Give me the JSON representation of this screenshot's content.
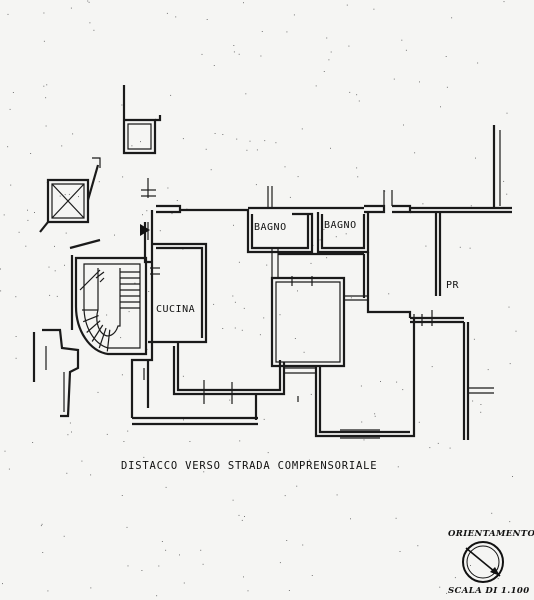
{
  "rooms": {
    "bagno_1": "BAGNO",
    "bagno_2": "BAGNO",
    "cucina": "CUCINA",
    "partial_label": "PR"
  },
  "captions": {
    "distacco": "DISTACCO VERSO STRADA COMPRENSORIALE",
    "orientamento": "ORIENTAMENTO",
    "scala": "SCALA DI 1.100"
  },
  "colors": {
    "paper": "#f5f5f3",
    "ink": "#1a1a1a"
  },
  "icons": {
    "compass": "compass-icon",
    "stair": "spiral-stair-icon"
  }
}
